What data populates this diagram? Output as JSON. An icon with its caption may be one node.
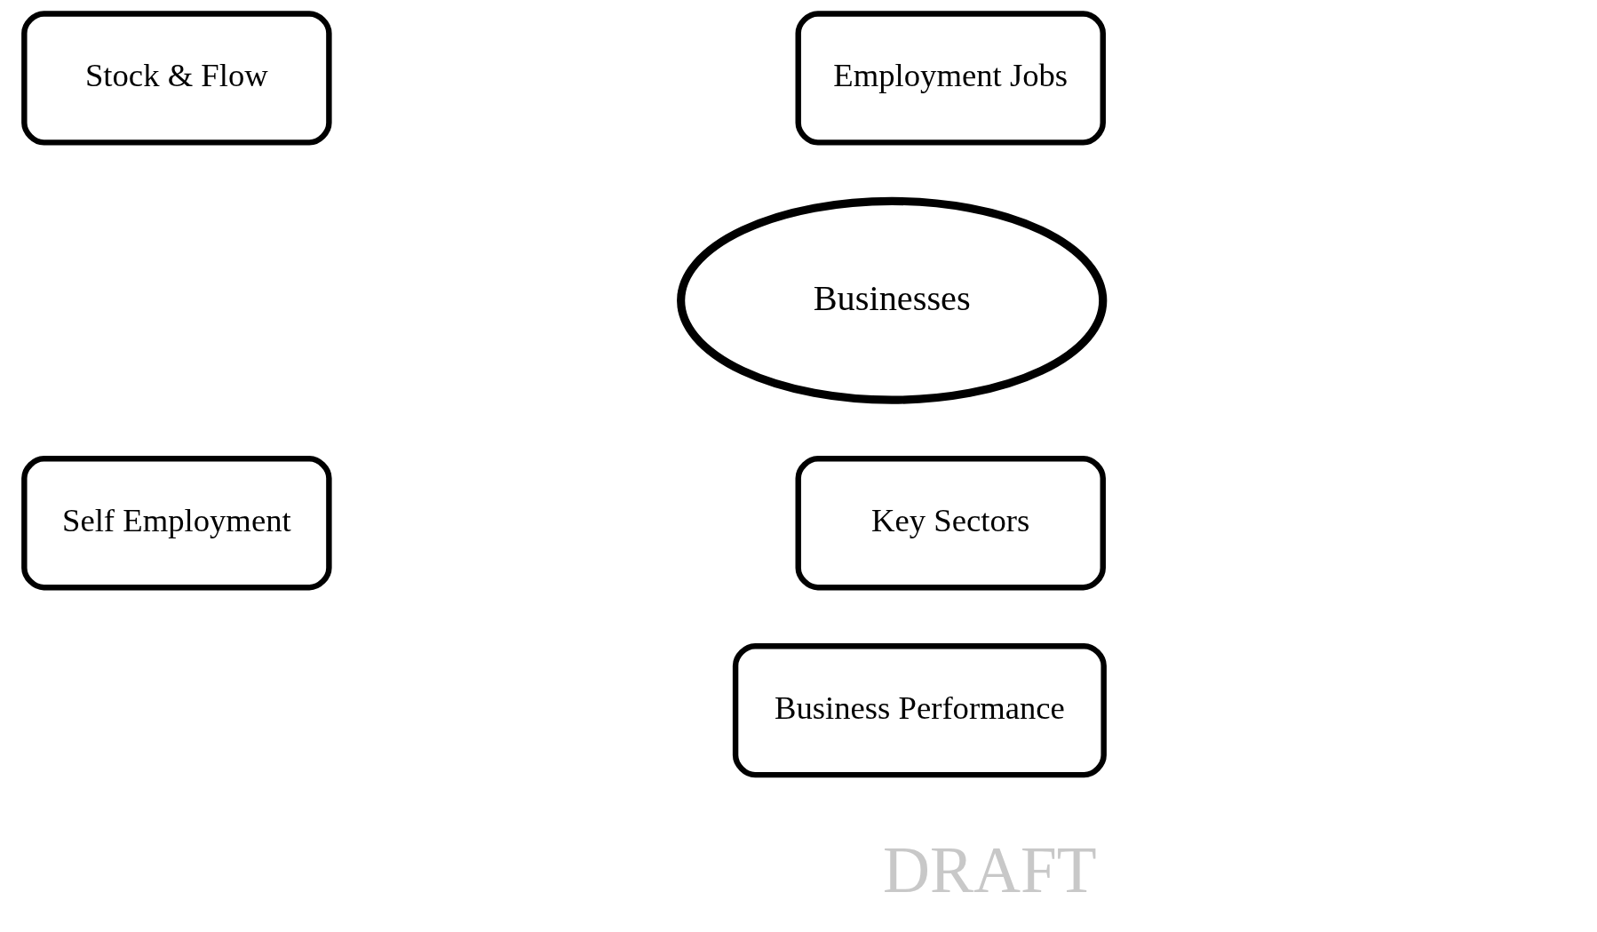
{
  "diagram": {
    "nodes": [
      {
        "text": [
          "Stock & Flow"
        ]
      },
      {
        "text": [
          "Employment Jobs"
        ]
      },
      {
        "text": [
          "Businesses"
        ]
      },
      {
        "text": [
          "Self Employment"
        ]
      },
      {
        "text": [
          "Key Sectors"
        ]
      },
      {
        "text": [
          "Business Performance"
        ]
      }
    ],
    "edges": [],
    "labels": [
      "DRAFT"
    ]
  }
}
